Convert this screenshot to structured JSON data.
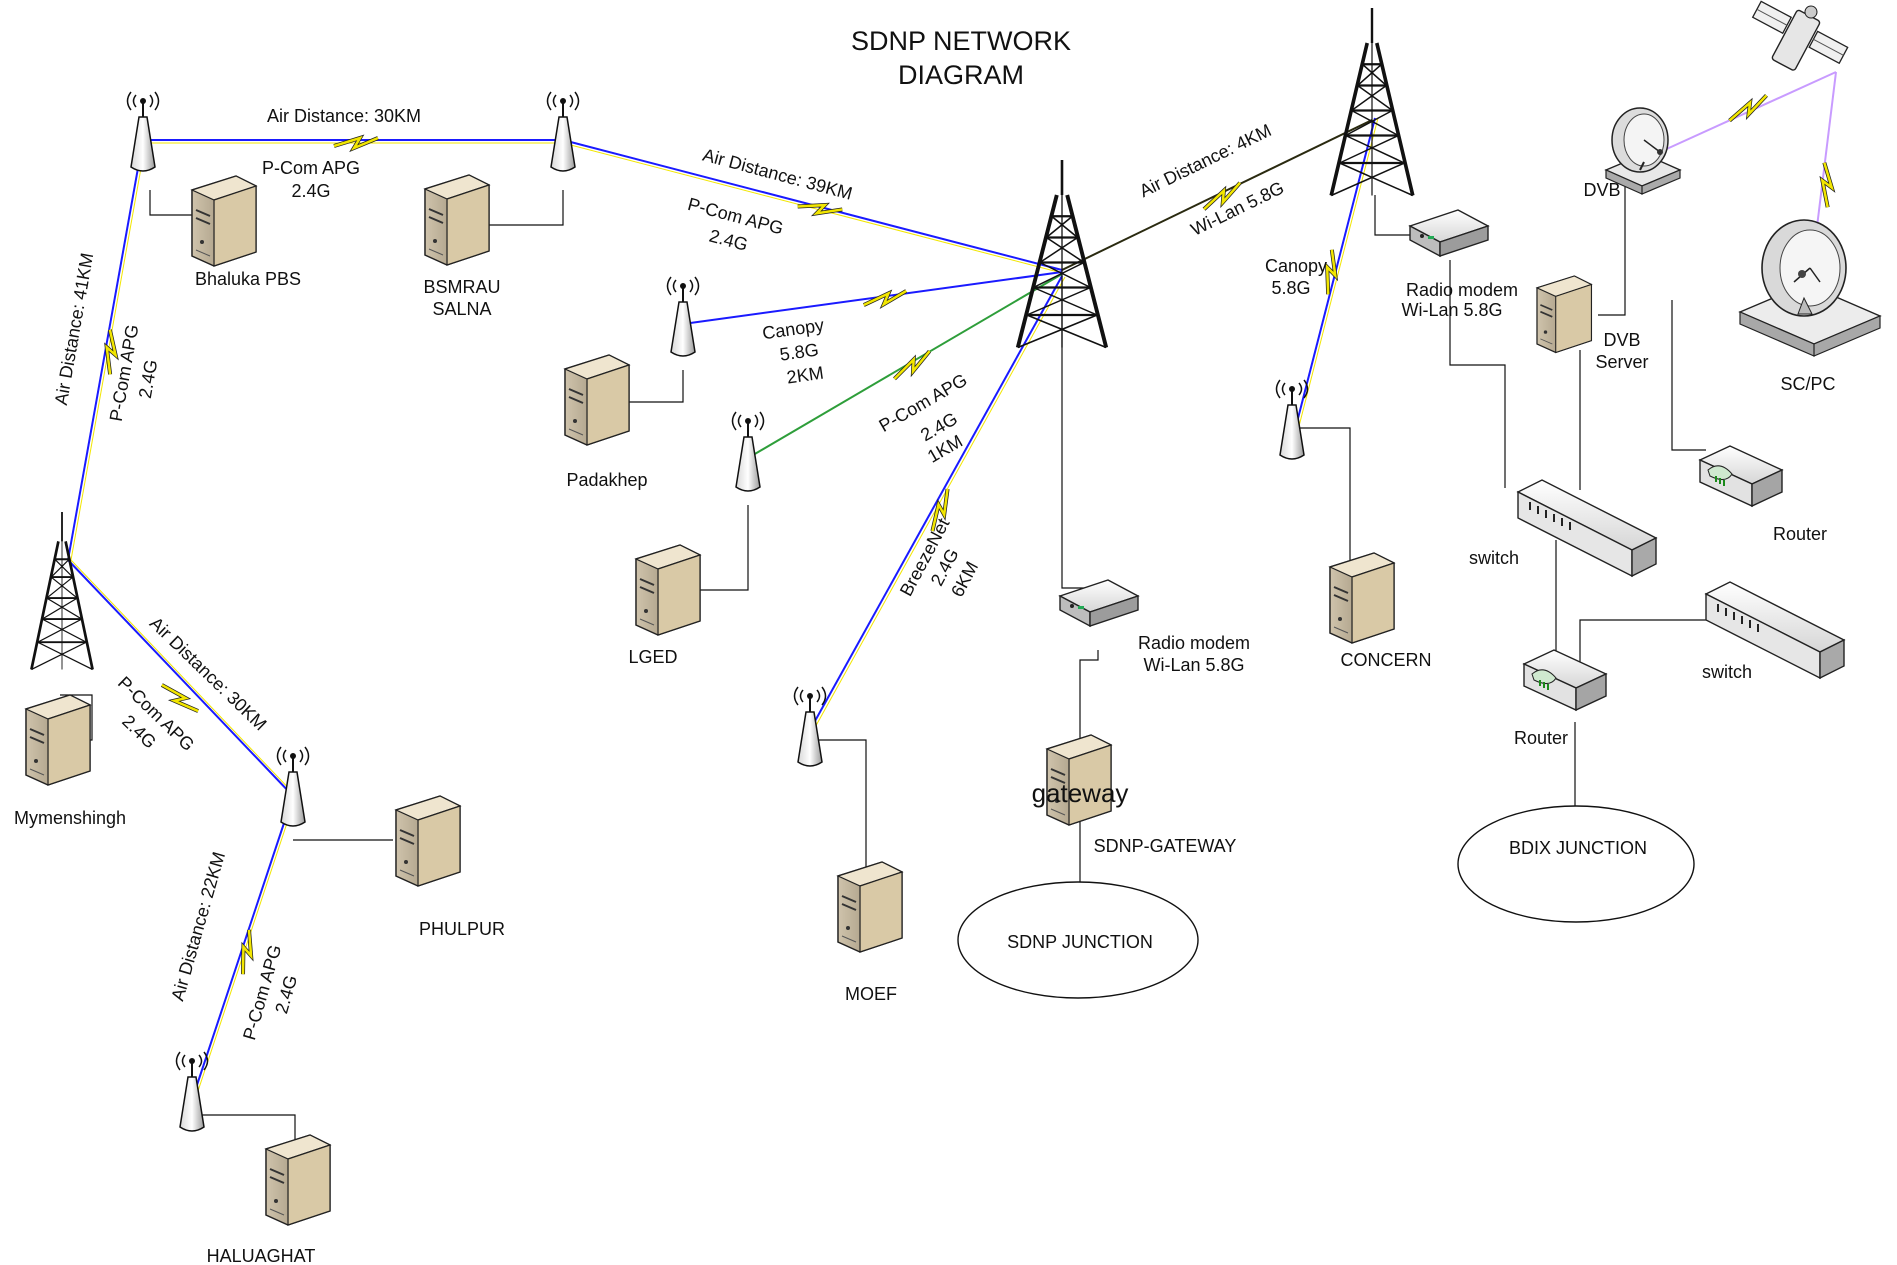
{
  "diagram": {
    "title_line1": "SDNP NETWORK",
    "title_line2": "DIAGRAM",
    "colors": {
      "link_blue": "#1a1aff",
      "link_green": "#2e9e3a",
      "link_dark": "#2a2a10",
      "spark": "#f2e600",
      "sat_link": "#c89bff"
    },
    "nodes": {
      "bhaluka": "Bhaluka PBS",
      "bsmrau_1": "BSMRAU",
      "bsmrau_2": "SALNA",
      "padakhep": "Padakhep",
      "lged": "LGED",
      "mymenshingh": "Mymenshingh",
      "phulpur": "PHULPUR",
      "haluaghat": "HALUAGHAT",
      "moef": "MOEF",
      "sdnp_gateway": "SDNP-GATEWAY",
      "gateway_overlay": "gateway",
      "sdnp_junction": "SDNP JUNCTION",
      "concern": "CONCERN",
      "bdix_junction": "BDIX JUNCTION",
      "dvb": "DVB",
      "dvb_server_1": "DVB",
      "dvb_server_2": "Server",
      "scpc": "SC/PC",
      "router_right": "Router",
      "router_bottom": "Router",
      "switch_left": "switch",
      "switch_right": "switch",
      "radio_modem_center_1": "Radio modem",
      "radio_modem_center_2": "Wi-Lan 5.8G",
      "radio_modem_right_1": "Radio modem",
      "radio_modem_right_2": "Wi-Lan 5.8G"
    },
    "links": {
      "top_air": "Air Distance: 30KM",
      "top_pcom_1": "P-Com APG",
      "top_pcom_2": "2.4G",
      "bsm_air": "Air Distance: 39KM",
      "bsm_pcom_1": "P-Com APG",
      "bsm_pcom_2": "2.4G",
      "pad_canopy_1": "Canopy",
      "pad_canopy_2": "5.8G",
      "pad_canopy_3": "2KM",
      "lged_pcom_1": "P-Com APG",
      "lged_pcom_2": "2.4G",
      "lged_pcom_3": "1KM",
      "moef_1": "BreezeNet",
      "moef_2": "2.4G",
      "moef_3": "6KM",
      "tall_air": "Air Distance: 4KM",
      "tall_wilan": "Wi-Lan 5.8G",
      "concern_canopy_1": "Canopy",
      "concern_canopy_2": "5.8G",
      "left_air": "Air Distance: 41KM",
      "left_pcom_1": "P-Com APG",
      "left_pcom_2": "2.4G",
      "phul_air": "Air Distance: 30KM",
      "phul_pcom_1": "P-Com APG",
      "phul_pcom_2": "2.4G",
      "hal_air": "Air Distance: 22KM",
      "hal_pcom_1": "P-Com APG",
      "hal_pcom_2": "2.4G"
    }
  }
}
